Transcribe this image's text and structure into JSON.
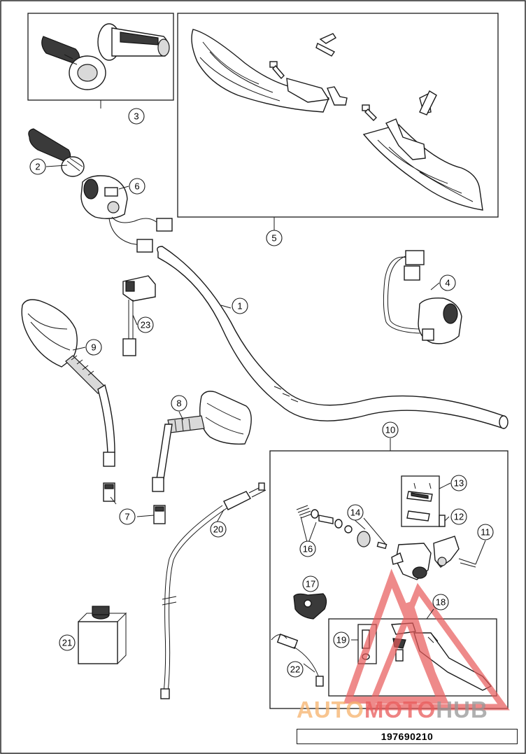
{
  "diagram": {
    "document_number": "197690210",
    "watermark": {
      "part1": "AUTO",
      "part2": "MOTO",
      "part3": "HUB",
      "colors": {
        "auto": "#f6b26b",
        "moto": "#e85a5a",
        "hub": "#969696"
      }
    },
    "callouts": {
      "c1": "1",
      "c2": "2",
      "c3": "3",
      "c4": "4",
      "c5": "5",
      "c6": "6",
      "c7": "7",
      "c8": "8",
      "c9": "9",
      "c10": "10",
      "c11": "11",
      "c12": "12",
      "c13": "13",
      "c14": "14",
      "c16": "16",
      "c17": "17",
      "c18": "18",
      "c19": "19",
      "c20": "20",
      "c21": "21",
      "c22": "22",
      "c23": "23"
    }
  }
}
